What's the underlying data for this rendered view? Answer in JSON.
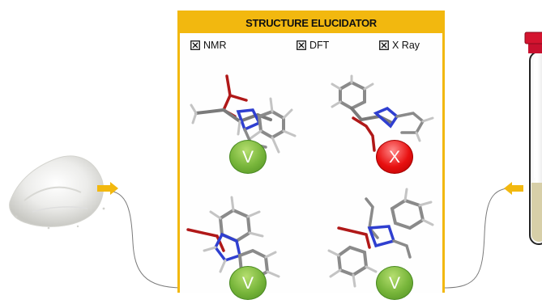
{
  "panel": {
    "title": "STRUCTURE ELUCIDATOR",
    "methods": [
      {
        "label": "NMR",
        "checked": true
      },
      {
        "label": "DFT",
        "checked": true
      },
      {
        "label": "X Ray",
        "checked": true
      }
    ]
  },
  "candidates": [
    {
      "verdict": "V",
      "status": "pass"
    },
    {
      "verdict": "X",
      "status": "fail"
    },
    {
      "verdict": "V",
      "status": "pass"
    },
    {
      "verdict": "V",
      "status": "pass"
    }
  ],
  "colors": {
    "panel_accent": "#f2b80f",
    "pass": "#77b53a",
    "fail": "#e81010",
    "arrow": "#f2b80f",
    "tube_cap": "#c8102e",
    "tube_liquid": "#d7cfa8",
    "atom_nitrogen": "#2f3fd0",
    "atom_oxygen": "#b01818",
    "bond_carbon": "#8a8a8a"
  },
  "icons": {
    "sample_input": "white-powder-icon",
    "sample_output": "test-tube-icon",
    "flow": "arrow-icon"
  }
}
